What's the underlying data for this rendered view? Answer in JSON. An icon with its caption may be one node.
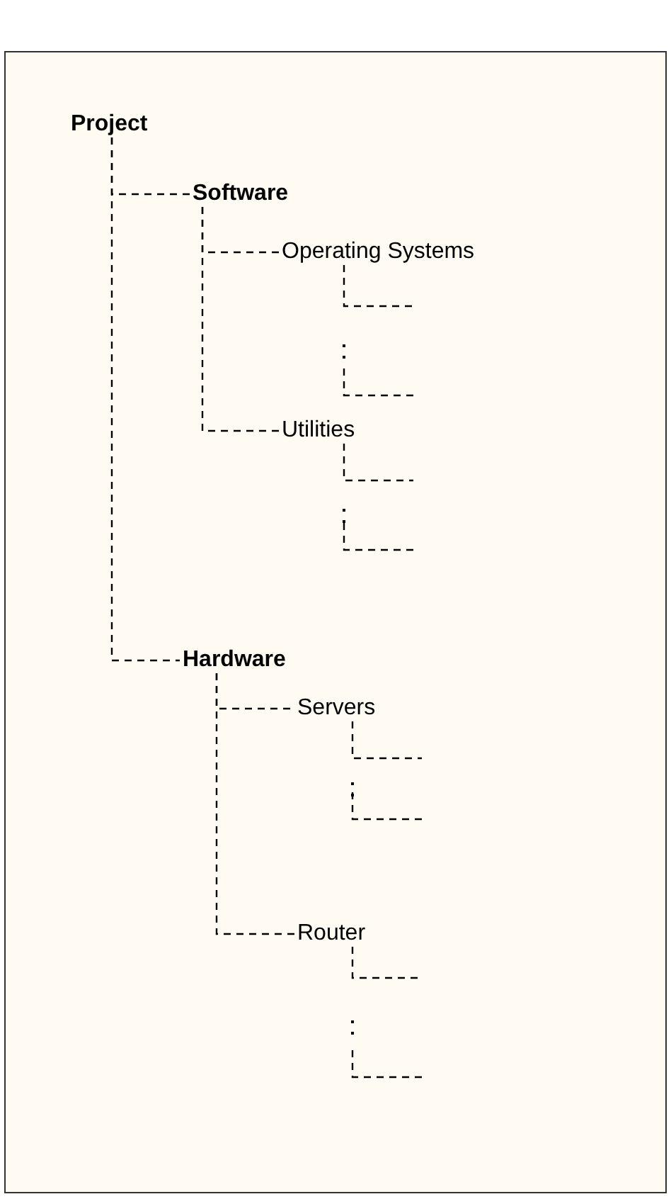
{
  "diagram": {
    "nodes": [
      {
        "text": [
          "Project"
        ]
      },
      {
        "text": [
          "Software"
        ]
      },
      {
        "text": [
          "Operating Systems"
        ]
      },
      {
        "text": [
          "Utilities"
        ]
      },
      {
        "text": [
          "Hardware"
        ]
      },
      {
        "text": [
          "Servers"
        ]
      },
      {
        "text": [
          "Router"
        ]
      }
    ],
    "edges": [
      {
        "from": 0,
        "to": 1,
        "arrow": "none"
      },
      {
        "from": 1,
        "to": 2,
        "arrow": "none"
      },
      {
        "from": 1,
        "to": 3,
        "arrow": "none"
      },
      {
        "from": 0,
        "to": 4,
        "arrow": "none"
      },
      {
        "from": 4,
        "to": 5,
        "arrow": "none"
      },
      {
        "from": 4,
        "to": 6,
        "arrow": "none"
      },
      {
        "from": 2,
        "to": null,
        "arrow": "none"
      },
      {
        "from": 2,
        "to": null,
        "arrow": "none"
      },
      {
        "from": 3,
        "to": null,
        "arrow": "none"
      },
      {
        "from": 3,
        "to": null,
        "arrow": "none"
      },
      {
        "from": 5,
        "to": null,
        "arrow": "none"
      },
      {
        "from": 5,
        "to": null,
        "arrow": "none"
      },
      {
        "from": 6,
        "to": null,
        "arrow": "none"
      },
      {
        "from": 6,
        "to": null,
        "arrow": "none"
      }
    ]
  }
}
